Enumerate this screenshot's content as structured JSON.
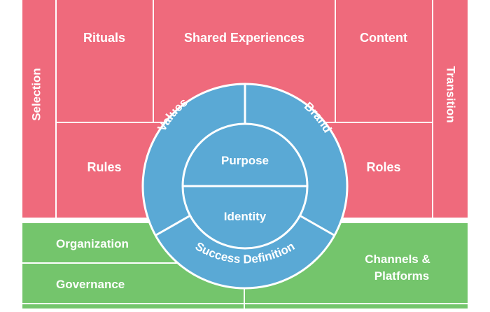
{
  "colors": {
    "pink": "#ef6a7c",
    "green": "#74c56c",
    "blue": "#5aa9d5",
    "white": "#ffffff"
  },
  "top_blocks": {
    "selection": "Selection",
    "rituals": "Rituals",
    "shared_experiences": "Shared Experiences",
    "content": "Content",
    "rules": "Rules",
    "roles": "Roles",
    "transition": "Transition"
  },
  "bottom_blocks": {
    "organization": "Organization",
    "governance": "Governance",
    "channels_platforms_line1": "Channels &",
    "channels_platforms_line2": "Platforms"
  },
  "circle": {
    "values": "Values",
    "brand": "Brand",
    "purpose": "Purpose",
    "identity": "Identity",
    "success_definition": "Success Definition"
  }
}
